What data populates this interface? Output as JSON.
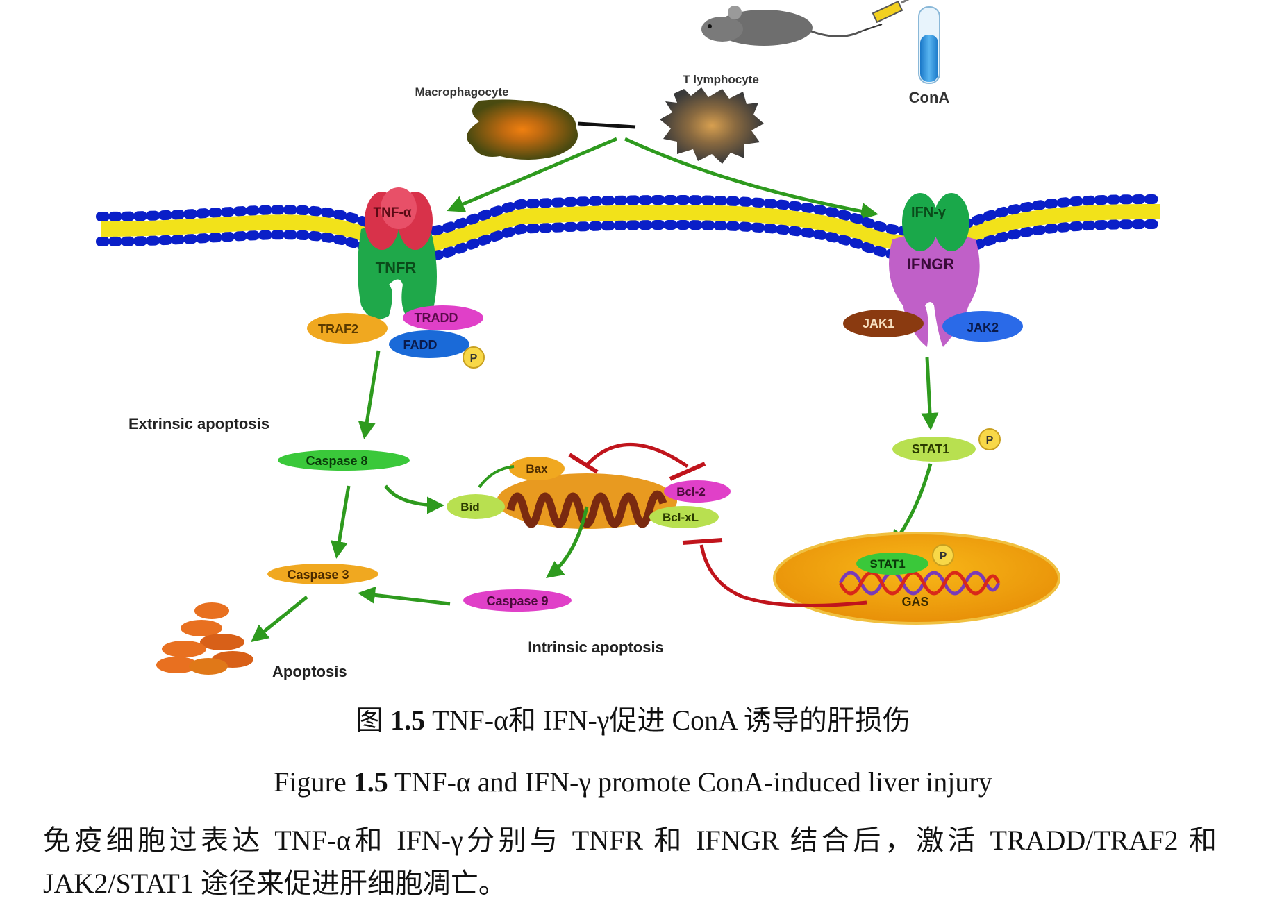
{
  "labels": {
    "macrophage": "Macrophagocyte",
    "t_lymphocyte": "T lymphocyte",
    "cona": "ConA",
    "tnf_alpha": "TNF-α",
    "tnfr": "TNFR",
    "tradd": "TRADD",
    "traf2": "TRAF2",
    "fadd": "FADD",
    "p": "P",
    "ifn_gamma": "IFN-γ",
    "ifngr": "IFNGR",
    "jak1": "JAK1",
    "jak2": "JAK2",
    "extrinsic": "Extrinsic apoptosis",
    "caspase8": "Caspase 8",
    "caspase3": "Caspase 3",
    "caspase9": "Caspase 9",
    "bid": "Bid",
    "bax": "Bax",
    "bcl2": "Bcl-2",
    "bclxl": "Bcl-xL",
    "stat1": "STAT1",
    "gas": "GAS",
    "intrinsic": "Intrinsic apoptosis",
    "apoptosis": "Apoptosis"
  },
  "captions": {
    "cn_prefix": "图 ",
    "cn_number": "1.5",
    "cn_text": " TNF-α和 IFN-γ促进 ConA 诱导的肝损伤",
    "en_prefix": "Figure ",
    "en_number": "1.5",
    "en_text": " TNF-α and IFN-γ promote ConA-induced liver injury"
  },
  "paragraph": "免疫细胞过表达 TNF-α和 IFN-γ分别与 TNFR 和 IFNGR 结合后，激活 TRADD/TRAF2 和 JAK2/STAT1 途径来促进肝细胞凋亡。",
  "colors": {
    "arrow_green": "#2e9a1e",
    "inhibit_red": "#c0141c",
    "membrane_blue": "#0a1fc8",
    "membrane_yellow": "#f2e21a",
    "tnfr_green": "#1fa84a",
    "tnf_red": "#d8324a",
    "ifngr_purple": "#c060c8",
    "nucleus_orange": "#f0a010"
  },
  "icons": [
    "mouse-icon",
    "syringe-icon",
    "test-tube-icon",
    "apoptotic-cells-icon",
    "dna-helix-icon",
    "mitochondrion-icon"
  ]
}
